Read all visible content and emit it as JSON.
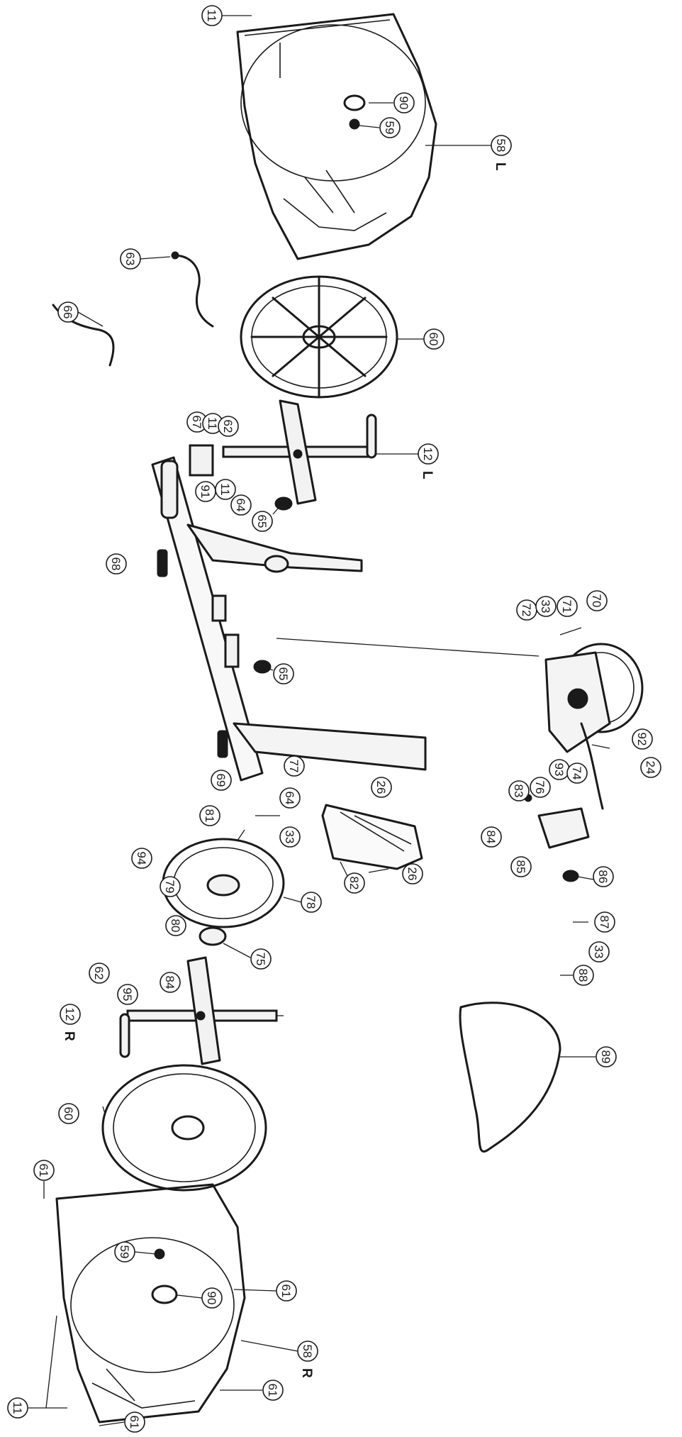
{
  "diagram": {
    "callouts": [
      {
        "id": "c-11-a",
        "number": "11",
        "suffix": ""
      },
      {
        "id": "c-90-a",
        "number": "90",
        "suffix": ""
      },
      {
        "id": "c-59-a",
        "number": "59",
        "suffix": ""
      },
      {
        "id": "c-58L",
        "number": "58",
        "suffix": "L"
      },
      {
        "id": "c-63",
        "number": "63",
        "suffix": ""
      },
      {
        "id": "c-66",
        "number": "66",
        "suffix": ""
      },
      {
        "id": "c-60-a",
        "number": "60",
        "suffix": ""
      },
      {
        "id": "c-67",
        "number": "67",
        "suffix": ""
      },
      {
        "id": "c-11-b",
        "number": "11",
        "suffix": ""
      },
      {
        "id": "c-62-a",
        "number": "62",
        "suffix": ""
      },
      {
        "id": "c-12L",
        "number": "12",
        "suffix": "L"
      },
      {
        "id": "c-91",
        "number": "91",
        "suffix": ""
      },
      {
        "id": "c-11-c",
        "number": "11",
        "suffix": ""
      },
      {
        "id": "c-64-a",
        "number": "64",
        "suffix": ""
      },
      {
        "id": "c-65-a",
        "number": "65",
        "suffix": ""
      },
      {
        "id": "c-68",
        "number": "68",
        "suffix": ""
      },
      {
        "id": "c-65-b",
        "number": "65",
        "suffix": ""
      },
      {
        "id": "c-72",
        "number": "72",
        "suffix": ""
      },
      {
        "id": "c-33-a",
        "number": "33",
        "suffix": ""
      },
      {
        "id": "c-71",
        "number": "71",
        "suffix": ""
      },
      {
        "id": "c-70",
        "number": "70",
        "suffix": ""
      },
      {
        "id": "c-69",
        "number": "69",
        "suffix": ""
      },
      {
        "id": "c-77",
        "number": "77",
        "suffix": ""
      },
      {
        "id": "c-64-b",
        "number": "64",
        "suffix": ""
      },
      {
        "id": "c-26-a",
        "number": "26",
        "suffix": ""
      },
      {
        "id": "c-92",
        "number": "92",
        "suffix": ""
      },
      {
        "id": "c-24",
        "number": "24",
        "suffix": ""
      },
      {
        "id": "c-81",
        "number": "81",
        "suffix": ""
      },
      {
        "id": "c-33-b",
        "number": "33",
        "suffix": ""
      },
      {
        "id": "c-83",
        "number": "83",
        "suffix": ""
      },
      {
        "id": "c-76",
        "number": "76",
        "suffix": ""
      },
      {
        "id": "c-93",
        "number": "93",
        "suffix": ""
      },
      {
        "id": "c-74",
        "number": "74",
        "suffix": ""
      },
      {
        "id": "c-84-a",
        "number": "84",
        "suffix": ""
      },
      {
        "id": "c-85",
        "number": "85",
        "suffix": ""
      },
      {
        "id": "c-86",
        "number": "86",
        "suffix": ""
      },
      {
        "id": "c-94",
        "number": "94",
        "suffix": ""
      },
      {
        "id": "c-79",
        "number": "79",
        "suffix": ""
      },
      {
        "id": "c-78",
        "number": "78",
        "suffix": ""
      },
      {
        "id": "c-82",
        "number": "82",
        "suffix": ""
      },
      {
        "id": "c-26-b",
        "number": "26",
        "suffix": ""
      },
      {
        "id": "c-80",
        "number": "80",
        "suffix": ""
      },
      {
        "id": "c-75",
        "number": "75",
        "suffix": ""
      },
      {
        "id": "c-87",
        "number": "87",
        "suffix": ""
      },
      {
        "id": "c-33-c",
        "number": "33",
        "suffix": ""
      },
      {
        "id": "c-88",
        "number": "88",
        "suffix": ""
      },
      {
        "id": "c-62-b",
        "number": "62",
        "suffix": ""
      },
      {
        "id": "c-84-b",
        "number": "84",
        "suffix": ""
      },
      {
        "id": "c-95",
        "number": "95",
        "suffix": ""
      },
      {
        "id": "c-12R",
        "number": "12",
        "suffix": "R"
      },
      {
        "id": "c-89",
        "number": "89",
        "suffix": ""
      },
      {
        "id": "c-60-b",
        "number": "60",
        "suffix": ""
      },
      {
        "id": "c-61-a",
        "number": "61",
        "suffix": ""
      },
      {
        "id": "c-59-b",
        "number": "59",
        "suffix": ""
      },
      {
        "id": "c-90-b",
        "number": "90",
        "suffix": ""
      },
      {
        "id": "c-61-b",
        "number": "61",
        "suffix": ""
      },
      {
        "id": "c-58R",
        "number": "58",
        "suffix": "R"
      },
      {
        "id": "c-11-d",
        "number": "11",
        "suffix": ""
      },
      {
        "id": "c-61-c",
        "number": "61",
        "suffix": ""
      },
      {
        "id": "c-61-d",
        "number": "61",
        "suffix": ""
      }
    ]
  }
}
